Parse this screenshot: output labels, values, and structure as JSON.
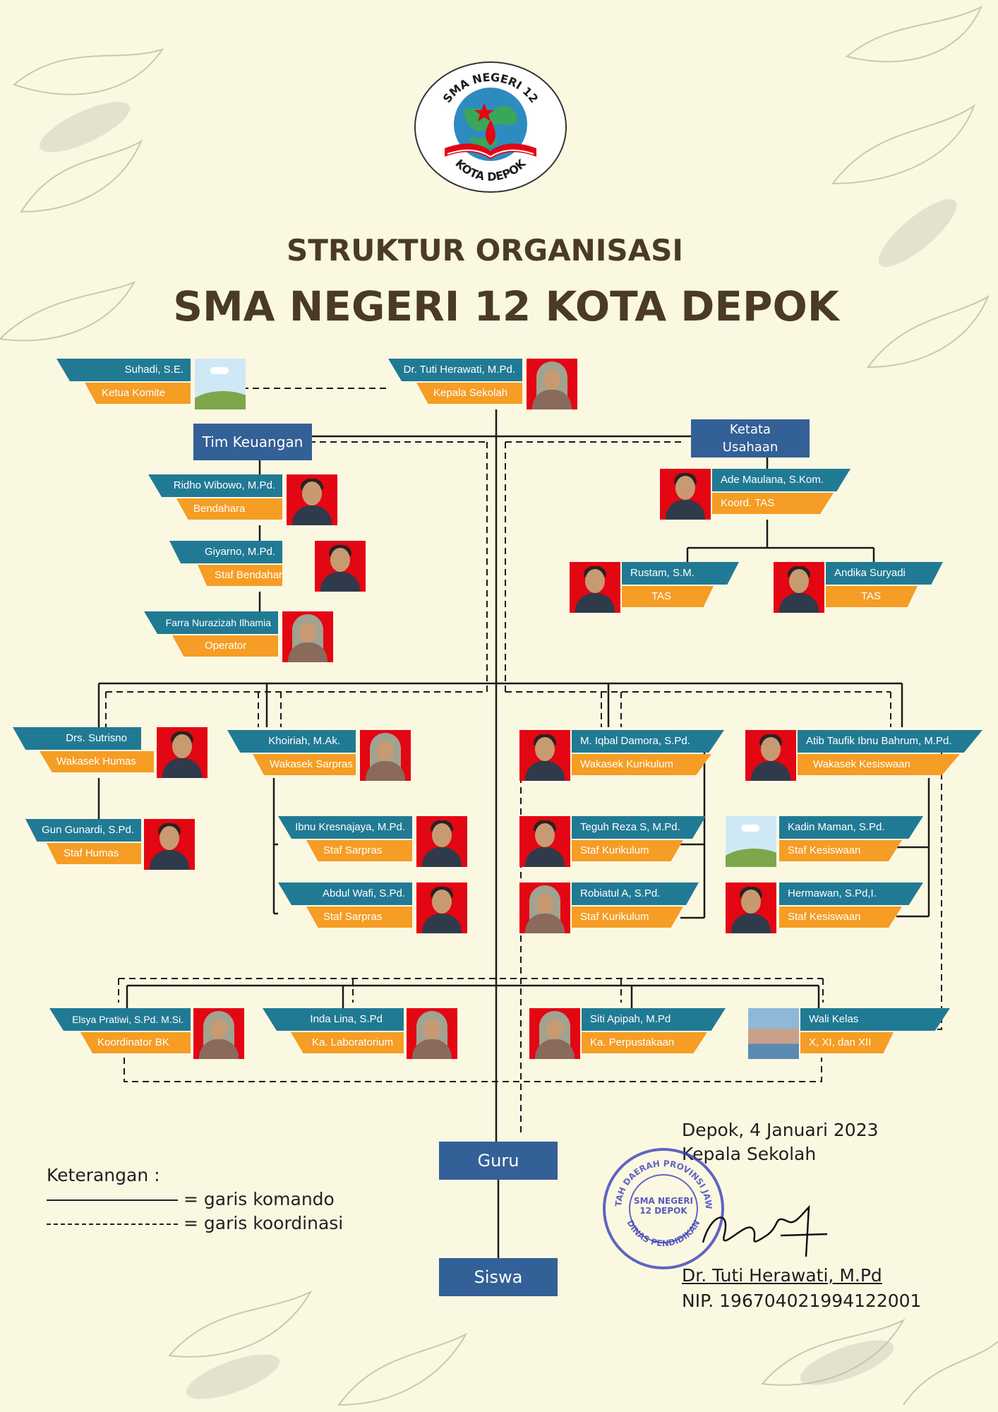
{
  "header": {
    "logo_top_text": "SMA NEGERI 12",
    "logo_bottom_text": "KOTA DEPOK",
    "title": "STRUKTUR ORGANISASI",
    "subtitle": "SMA NEGERI 12 KOTA DEPOK"
  },
  "top": {
    "komite": {
      "name": "Suhadi, S.E.",
      "role": "Ketua Komite"
    },
    "kepsek": {
      "name": "Dr. Tuti Herawati, M.Pd.",
      "role": "Kepala Sekolah"
    }
  },
  "keuangan": {
    "label": "Tim Keuangan",
    "members": [
      {
        "name": "Ridho Wibowo, M.Pd.",
        "role": "Bendahara"
      },
      {
        "name": "Giyarno, M.Pd.",
        "role": "Staf Bendahara"
      },
      {
        "name": "Farra Nurazizah Ilhamia",
        "role": "Operator"
      }
    ]
  },
  "tata_usaha": {
    "label_line1": "Ketata",
    "label_line2": "Usahaan",
    "koord": {
      "name": "Ade Maulana, S.Kom.",
      "role": "Koord. TAS"
    },
    "staff": [
      {
        "name": "Rustam, S.M.",
        "role": "TAS"
      },
      {
        "name": "Andika Suryadi",
        "role": "TAS"
      }
    ]
  },
  "wakasek": {
    "humas": {
      "name": "Drs. Sutrisno",
      "role": "Wakasek Humas"
    },
    "humas_staf": {
      "name": "Gun Gunardi, S.Pd.",
      "role": "Staf Humas"
    },
    "sarpras": {
      "name": "Khoiriah, M.Ak.",
      "role": "Wakasek Sarpras"
    },
    "sarpras_staf": [
      {
        "name": "Ibnu Kresnajaya, M.Pd.",
        "role": "Staf Sarpras"
      },
      {
        "name": "Abdul Wafi, S.Pd.",
        "role": "Staf Sarpras"
      }
    ],
    "kurikulum": {
      "name": "M. Iqbal Damora, S.Pd.",
      "role": "Wakasek Kurikulum"
    },
    "kurikulum_staf": [
      {
        "name": "Teguh Reza S, M.Pd.",
        "role": "Staf Kurikulum"
      },
      {
        "name": "Robiatul A, S.Pd.",
        "role": "Staf Kurikulum"
      }
    ],
    "kesiswaan": {
      "name": "Atib Taufik Ibnu Bahrum, M.Pd.",
      "role": "Wakasek Kesiswaan"
    },
    "kesiswaan_staf": [
      {
        "name": "Kadin Maman, S.Pd.",
        "role": "Staf Kesiswaan"
      },
      {
        "name": "Hermawan, S.Pd,I.",
        "role": "Staf Kesiswaan"
      }
    ]
  },
  "lower": [
    {
      "name": "Elsya Pratiwi, S.Pd. M.Si.",
      "role": "Koordinator BK"
    },
    {
      "name": "Inda Lina, S.Pd",
      "role": "Ka. Laboratorium"
    },
    {
      "name": "Siti Apipah, M.Pd",
      "role": "Ka. Perpustakaan"
    },
    {
      "name": "Wali Kelas",
      "role": "X, XI, dan XII"
    }
  ],
  "bottom": {
    "guru": "Guru",
    "siswa": "Siswa"
  },
  "legend": {
    "title": "Keterangan :",
    "solid": "= garis komando",
    "dashed": "= garis koordinasi"
  },
  "signature": {
    "place_date": "Depok, 4 Januari 2023",
    "position": "Kepala Sekolah",
    "name": "Dr. Tuti Herawati, M.Pd",
    "nip": "NIP. 196704021994122001",
    "stamp_ring": "PEMERINTAH DAERAH PROVINSI JAWA BARAT",
    "stamp_bottom": "DINAS PENDIDIKAN",
    "stamp_center": "SMA NEGERI 12 DEPOK"
  },
  "colors": {
    "name_bar": "#217a94",
    "role_bar": "#f59d24",
    "box": "#336096",
    "title": "#4a3a26",
    "background": "#fbf8e2"
  }
}
